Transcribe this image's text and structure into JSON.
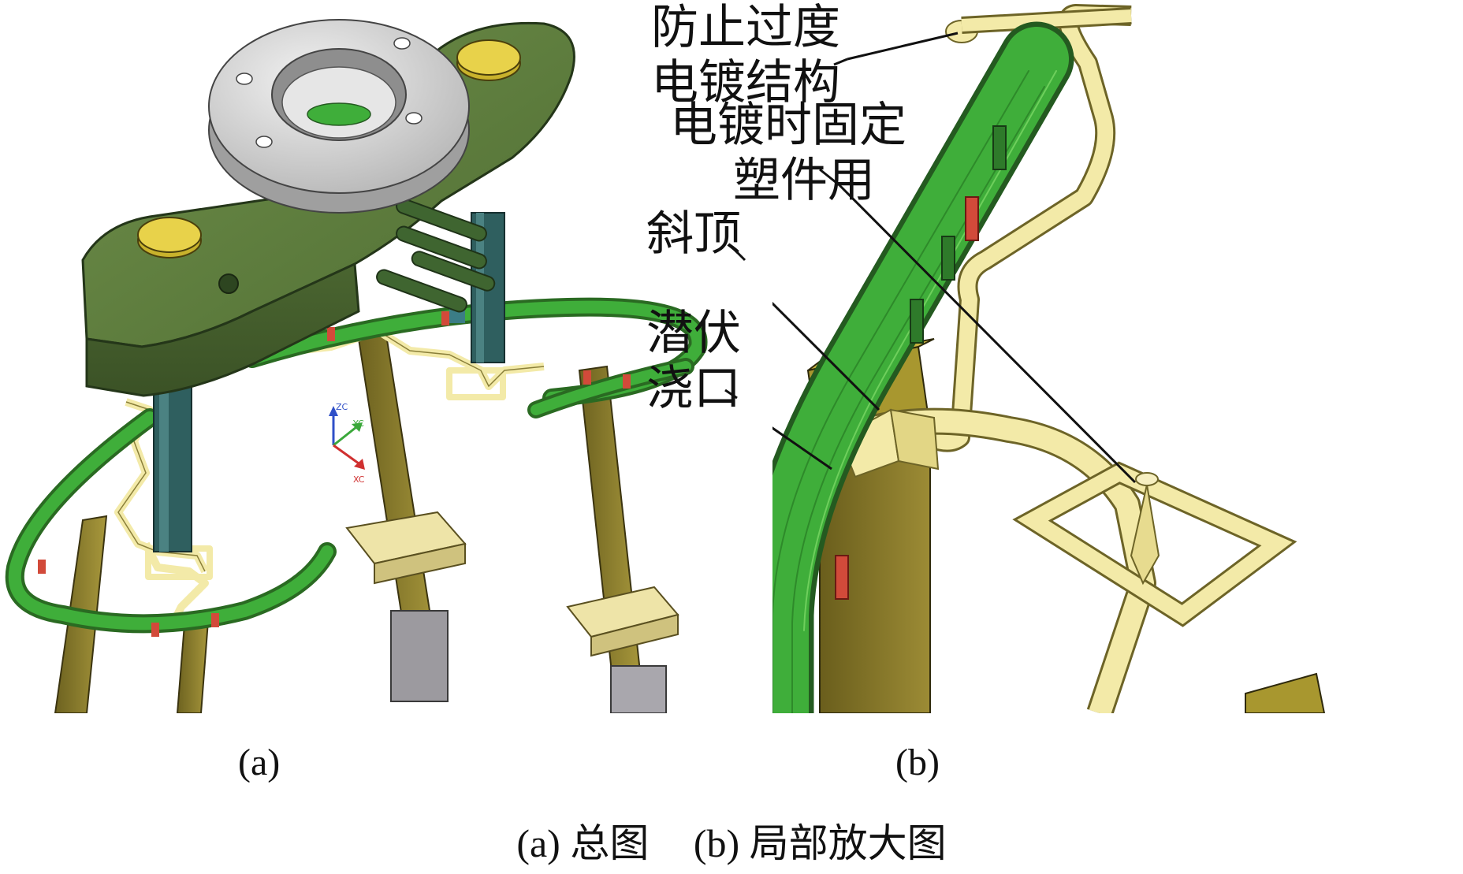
{
  "panel_a": {
    "sublabel": "(a)",
    "triad": {
      "z": "ZC",
      "y": "YC",
      "x": "XC"
    }
  },
  "panel_b": {
    "sublabel": "(b)",
    "callouts": [
      {
        "id": "overplating",
        "lines": [
          "防止过度",
          "电镀结构"
        ]
      },
      {
        "id": "fixing",
        "lines": [
          "电镀时固定",
          "塑件用"
        ]
      },
      {
        "id": "lifter",
        "lines": [
          "斜顶"
        ]
      },
      {
        "id": "gate",
        "lines": [
          "潜伏",
          "浇口"
        ]
      }
    ]
  },
  "caption": {
    "part_a": "(a) 总图",
    "part_b": "(b) 局部放大图"
  },
  "colors": {
    "plate_green": "#5a7a3a",
    "part_green": "#3fae3a",
    "runner_yellow": "#f3eaa8",
    "lifter_olive": "#8a7a2a",
    "flange_grey": "#cfcfcf",
    "pin_teal": "#2f5f5f",
    "insert_red": "#d24a3a"
  }
}
